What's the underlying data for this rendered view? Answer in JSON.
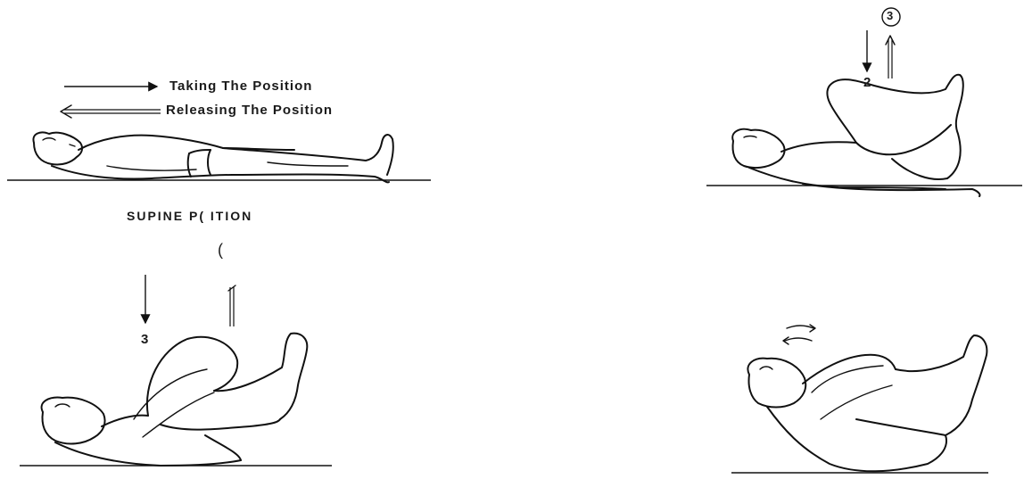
{
  "legend": {
    "taking": "Taking The Position",
    "releasing": "Releasing The Position"
  },
  "captions": {
    "supine": "SUPINE P( ITION",
    "step_circle_partial": "("
  },
  "step_labels": {
    "bottom_left_down": "3",
    "top_right_down": "2",
    "top_right_circled": "3"
  }
}
